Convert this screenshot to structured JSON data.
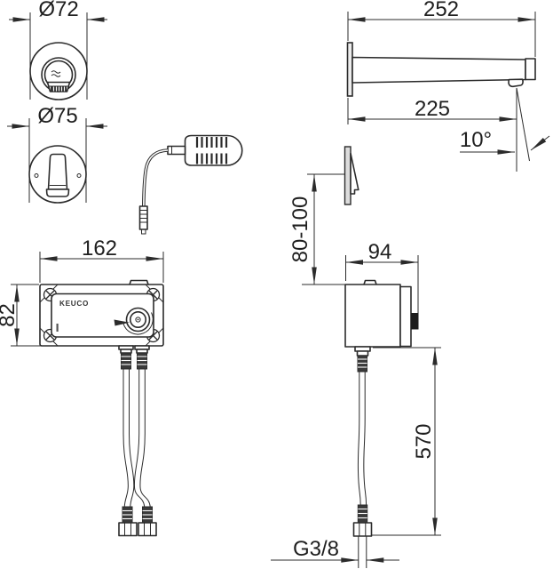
{
  "page": {
    "background": "#ffffff",
    "line_color": "#2b2b2b"
  },
  "brand": {
    "logo_text": "KEUCO"
  },
  "views": {
    "spout_escutcheon_front": {
      "diameter_label": "Ø72"
    },
    "sensor_escutcheon_front": {
      "diameter_label": "Ø75"
    },
    "spout_side": {
      "total_length_label": "252",
      "aerator_distance_label": "225",
      "spray_angle_label": "10°"
    },
    "sensor_side": {
      "mounting_height_label": "80-100"
    },
    "control_unit_front": {
      "width_label": "162",
      "height_label": "82"
    },
    "control_unit_side": {
      "depth_label": "94",
      "hose_length_label": "570",
      "thread_label": "G3/8"
    }
  }
}
